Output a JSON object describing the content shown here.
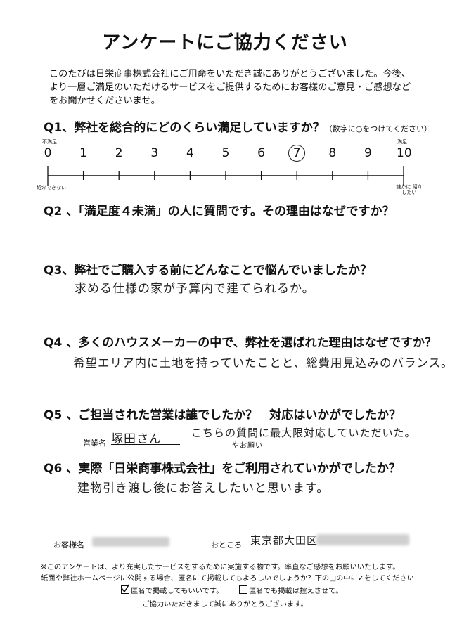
{
  "title": "アンケートにご協力ください",
  "intro": [
    "このたびは日栄商事株式会社にご用命をいただき誠にありがとうございました。今後、",
    "より一層ご満足のいただけるサービスをご提供するためにお客様のご意見・ご感想など",
    "をお聞かせくださいませ。"
  ],
  "q1": {
    "label": "Q1、弊社を総合的にどのくらい満足していますか？",
    "note": "（数字に○をつけてください）",
    "scale_left_top": "不満足",
    "scale_right_top": "満足",
    "scale_left_bottom": "紹介できない",
    "scale_right_bottom": "誰かに 紹介したい",
    "numbers": [
      "0",
      "1",
      "2",
      "3",
      "4",
      "5",
      "6",
      "7",
      "8",
      "9",
      "10"
    ],
    "selected": 7
  },
  "q2": {
    "label": "Q2 、「満足度４未満」の人に質問です。その理由はなぜですか？",
    "answer": ""
  },
  "q3": {
    "label": "Q3、弊社でご購入する前にどんなことで悩んでいましたか？",
    "answer": "求める仕様の家が予算内で建てられるか。"
  },
  "q4": {
    "label": "Q4 、多くのハウスメーカーの中で、弊社を選ばれた理由はなぜですか？",
    "answer": "希望エリア内に土地を持っていたことと、総費用見込みのバランス。"
  },
  "q5": {
    "label": "Q5 、ご担当された営業は誰でしたか？　対応はいかがでしたか？",
    "staff_label": "営業名",
    "staff_name": "塚田さん",
    "answer": "こちらの質問に最大限対応していただいた。",
    "insert": "やお願い"
  },
  "q6": {
    "label": "Q6 、実際「日栄商事株式会社」をご利用されていかがでしたか？",
    "answer": "建物引き渡し後にお答えしたいと思います。"
  },
  "customer": {
    "name_label": "お客様名",
    "address_label": "おところ",
    "address": "東京都大田区"
  },
  "notice": [
    "※このアンケートは、より充実したサービスをするために実施する物です。率直なご感想をお願いいたします。",
    "紙面や弊社ホームページに公開する場合、匿名にて掲載してもよろしいでしょうか？下の□の中に✓をしてください"
  ],
  "options": {
    "agree": "匿名で掲載してもいいです。",
    "decline": "匿名でも掲載は控えさせて。",
    "agree_checked": true
  },
  "thanks": "ご協力いただきまして誠にありがとうございます。"
}
